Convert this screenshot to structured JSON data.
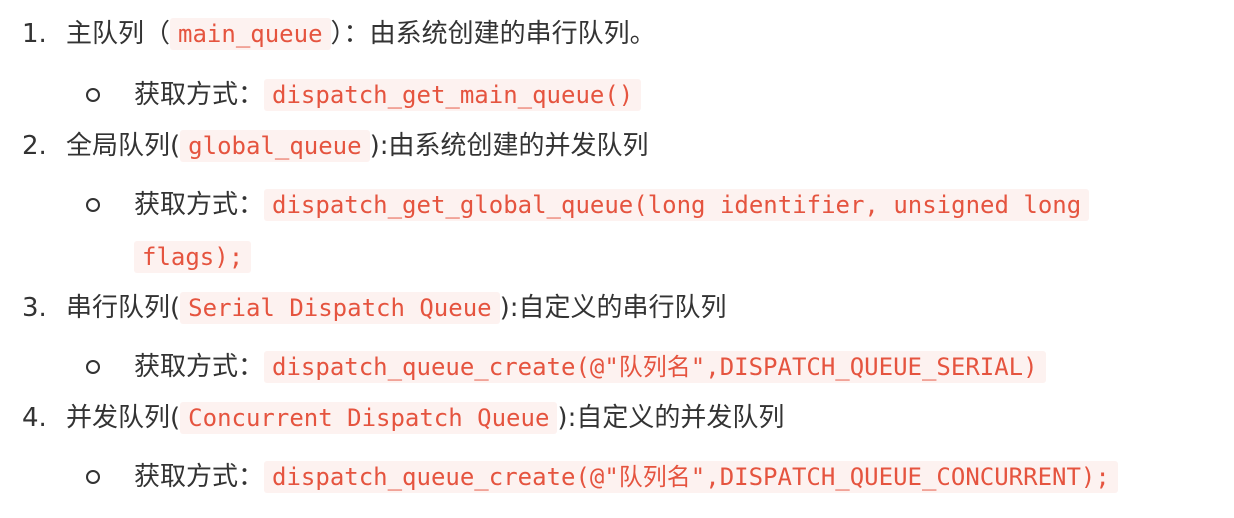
{
  "items": [
    {
      "number": "1.",
      "title": "主队列",
      "paren_open": "（",
      "code": "main_queue",
      "paren_close": "）",
      "sep": "：",
      "desc": "由系统创建的串行队列。",
      "method_label": "获取方式：",
      "method_code": "dispatch_get_main_queue()"
    },
    {
      "number": "2.",
      "title": "全局队列",
      "paren_open": "(",
      "code": "global_queue",
      "paren_close": ")",
      "sep": ":",
      "desc": "由系统创建的并发队列",
      "method_label": "获取方式：",
      "method_code_line1": "dispatch_get_global_queue(long identifier, unsigned long",
      "method_code_line2": "flags);"
    },
    {
      "number": "3.",
      "title": "串行队列",
      "paren_open": "(",
      "code": "Serial Dispatch Queue",
      "paren_close": ")",
      "sep": ":",
      "desc": "自定义的串行队列",
      "method_label": "获取方式：",
      "method_code": "dispatch_queue_create(@\"队列名\",DISPATCH_QUEUE_SERIAL)"
    },
    {
      "number": "4.",
      "title": "并发队列",
      "paren_open": "(",
      "code": "Concurrent Dispatch Queue",
      "paren_close": ")",
      "sep": ":",
      "desc": "自定义的并发队列",
      "method_label": "获取方式：",
      "method_code": "dispatch_queue_create(@\"队列名\",DISPATCH_QUEUE_CONCURRENT);"
    }
  ],
  "colors": {
    "text": "#333333",
    "code_text": "#e5543f",
    "code_bg": "#fdf2f0"
  }
}
